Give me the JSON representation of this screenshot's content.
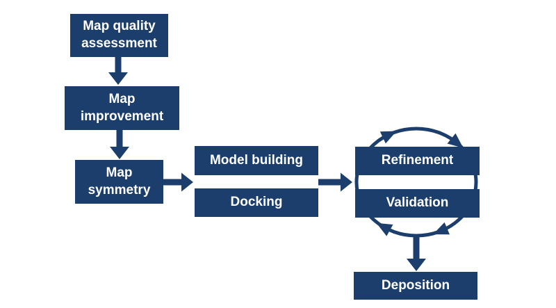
{
  "diagram": {
    "type": "flowchart",
    "background_color": "#ffffff",
    "accent_color": "#1b3e6d",
    "node_text_color": "#ffffff",
    "nodes": {
      "map_quality": {
        "label": "Map quality\nassessment"
      },
      "map_improvement": {
        "label": "Map\nimprovement"
      },
      "map_symmetry": {
        "label": "Map\nsymmetry"
      },
      "model_building": {
        "label": "Model building"
      },
      "docking": {
        "label": "Docking"
      },
      "refinement": {
        "label": "Refinement"
      },
      "validation": {
        "label": "Validation"
      },
      "deposition": {
        "label": "Deposition"
      }
    },
    "connections": [
      {
        "from": "Map quality assessment",
        "to": "Map improvement",
        "type": "arrow-down"
      },
      {
        "from": "Map improvement",
        "to": "Map symmetry",
        "type": "arrow-down"
      },
      {
        "from": "Map symmetry",
        "to": "Model building / Docking",
        "type": "arrow-right"
      },
      {
        "from": "Model building / Docking",
        "to": "Refinement / Validation",
        "type": "arrow-right"
      },
      {
        "between": [
          "Refinement",
          "Validation"
        ],
        "type": "clockwise-cycle"
      },
      {
        "from": "Refinement / Validation cycle",
        "to": "Deposition",
        "type": "arrow-down"
      }
    ]
  }
}
